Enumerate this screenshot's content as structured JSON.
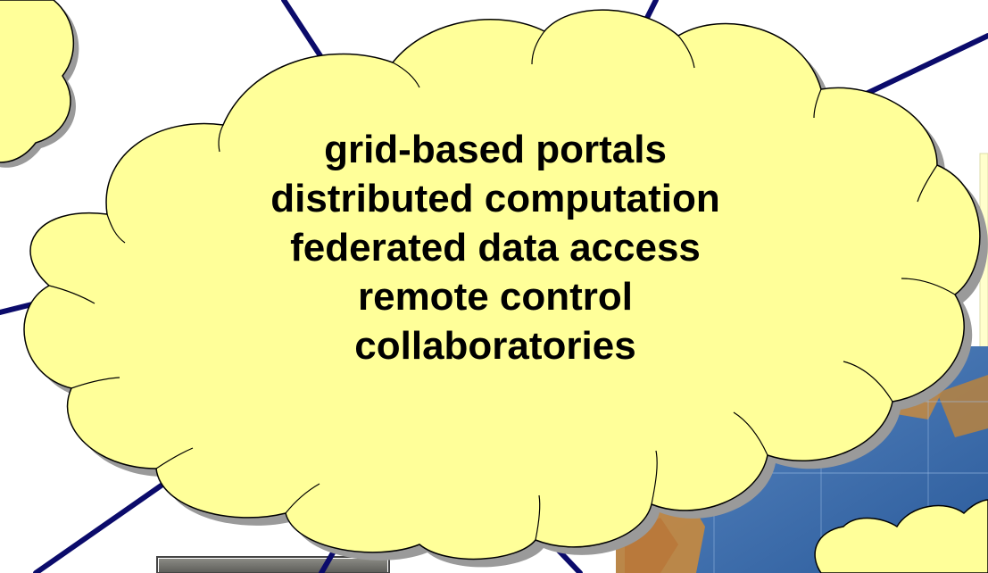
{
  "main_cloud": {
    "lines": [
      "grid-based portals",
      "distributed computation",
      "federated data access",
      "remote control",
      "collaboratories"
    ]
  },
  "colors": {
    "cloud_fill": "#FFFF99",
    "cloud_outline": "#000000",
    "cloud_shadow": "#9A9A9A",
    "connector_line": "#0B0B6B",
    "map_ocean": "#2F5F9E",
    "map_land": "#C8893E"
  },
  "icons": {
    "connector": "network-line",
    "map": "world-map-image",
    "photo": "equipment-photo"
  }
}
